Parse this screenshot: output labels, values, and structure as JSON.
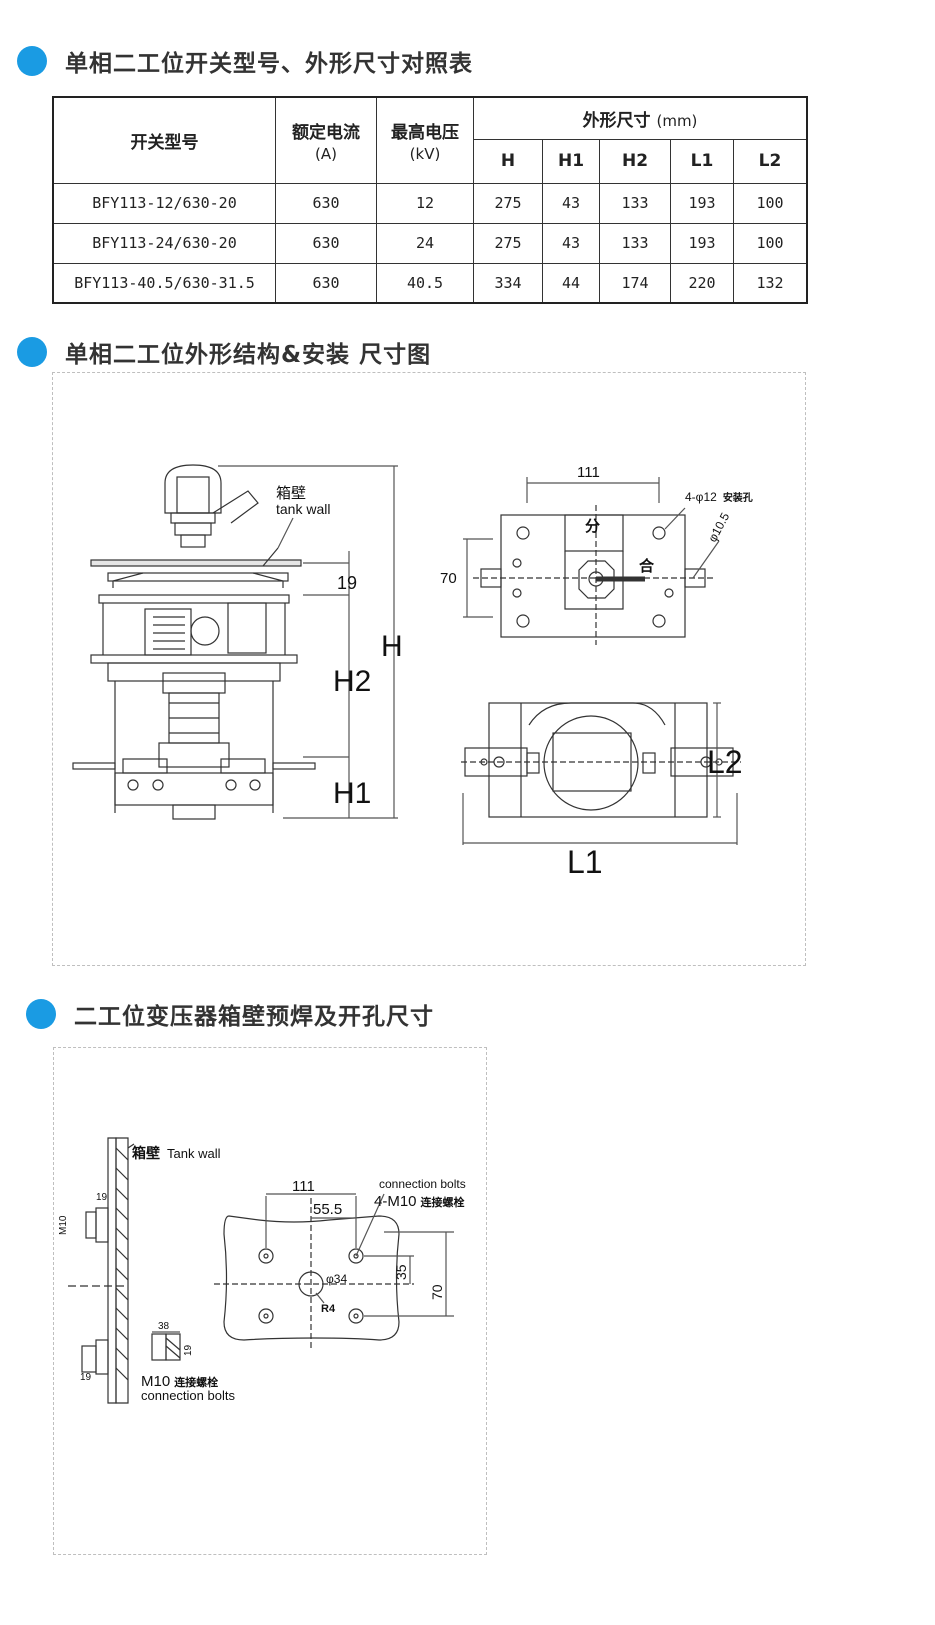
{
  "sections": [
    {
      "title": "单相二工位开关型号、外形尺寸对照表"
    },
    {
      "title": "单相二工位外形结构&安装 尺寸图"
    },
    {
      "title": "二工位变压器箱壁预焊及开孔尺寸"
    }
  ],
  "table": {
    "col_model": "开关型号",
    "col_current": "额定电流",
    "col_current_unit": "(A)",
    "col_voltage": "最高电压",
    "col_voltage_unit": "(kV)",
    "col_dims": "外形尺寸",
    "col_dims_unit": "(mm)",
    "dim_cols": [
      "H",
      "H1",
      "H2",
      "L1",
      "L2"
    ],
    "rows": [
      [
        "BFY113-12/630-20",
        "630",
        "12",
        "275",
        "43",
        "133",
        "193",
        "100"
      ],
      [
        "BFY113-24/630-20",
        "630",
        "24",
        "275",
        "43",
        "133",
        "193",
        "100"
      ],
      [
        "BFY113-40.5/630-31.5",
        "630",
        "40.5",
        "334",
        "44",
        "174",
        "220",
        "132"
      ]
    ]
  },
  "diagram1": {
    "tank_wall_cn": "箱壁",
    "tank_wall_en": "tank wall",
    "dim_19": "19",
    "dim_H": "H",
    "dim_H2": "H2",
    "dim_H1": "H1",
    "dim_111": "111",
    "dim_70": "70",
    "holes_label": "4-φ12",
    "holes_label_cn": "安装孔",
    "phi": "φ10.5",
    "fen": "分",
    "he": "合",
    "dim_L2": "L2",
    "dim_L1": "L1"
  },
  "diagram2": {
    "tank_wall_cn": "箱壁",
    "tank_wall_en": "Tank wall",
    "m10": "M10",
    "dim_19a": "19",
    "dim_19b": "19",
    "dim_19c": "19",
    "dim_38": "38",
    "m10_label": "M10",
    "m10_label_cn": "连接螺栓",
    "connection_bolts": "connection bolts",
    "dim_111": "111",
    "dim_55": "55.5",
    "conn_bolts_top": "connection bolts",
    "four_m10": "4-M10",
    "four_m10_cn": "连接螺栓",
    "dim_35": "35",
    "dim_70": "70",
    "phi34": "φ34",
    "r4": "R4"
  }
}
